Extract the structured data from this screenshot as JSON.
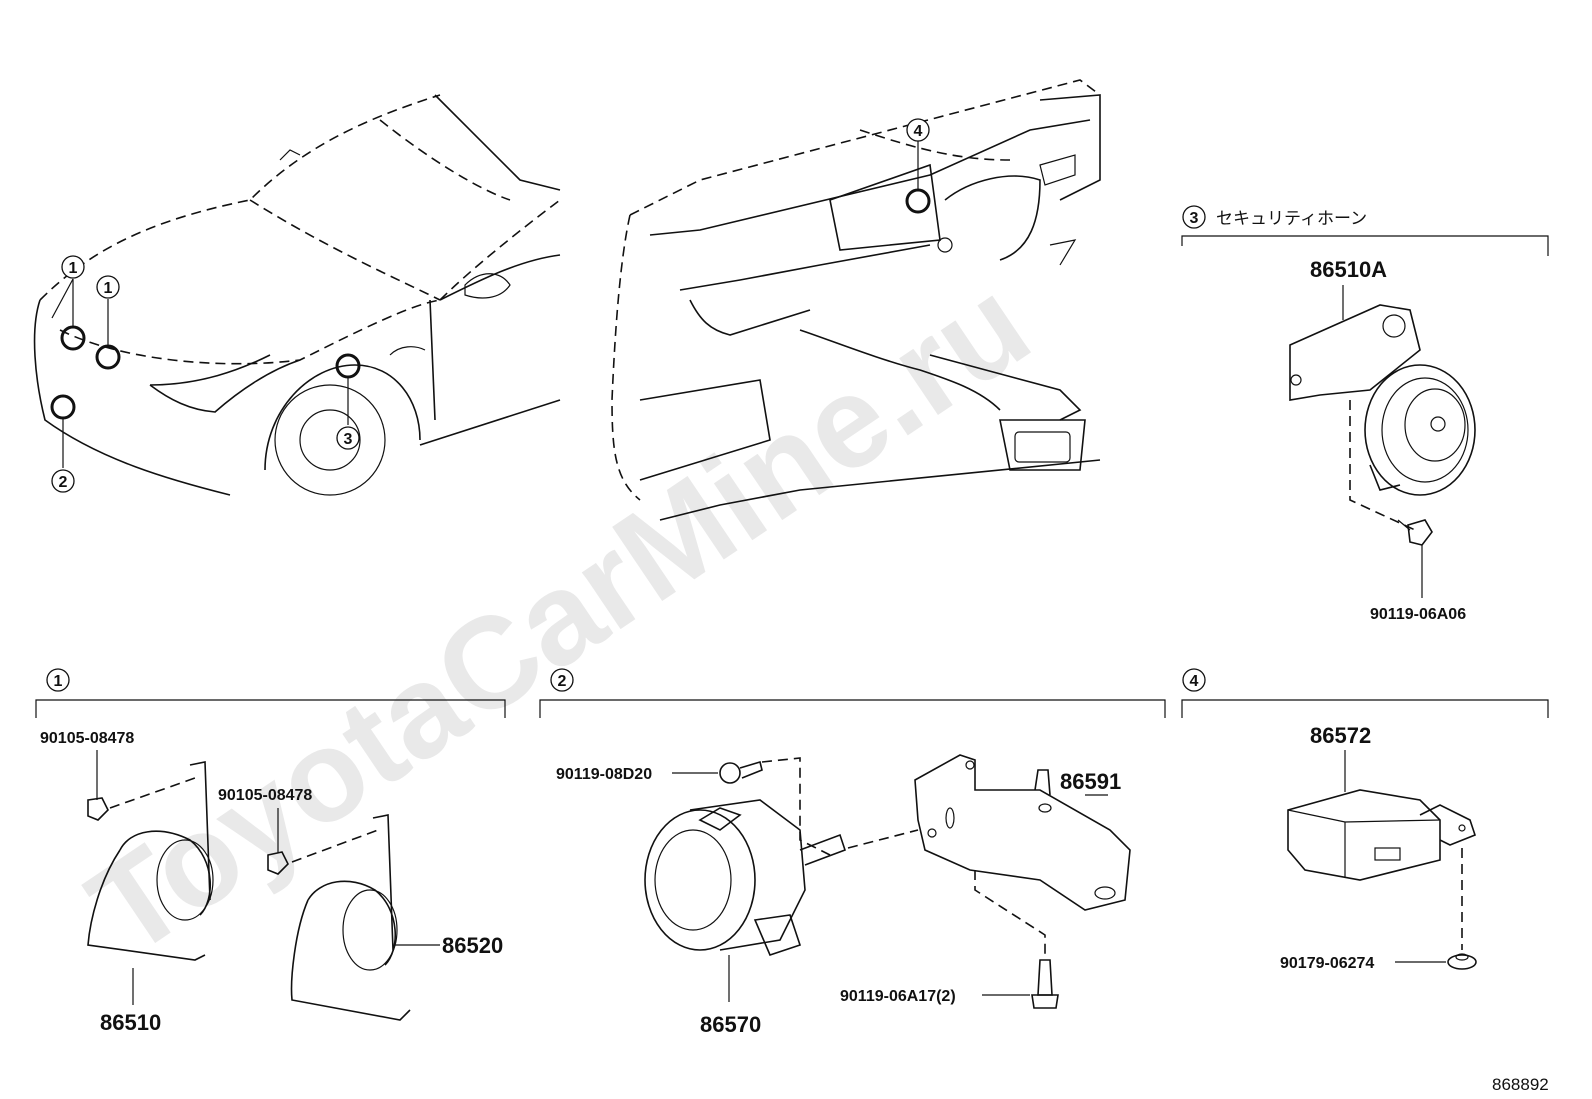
{
  "watermark": "ToyotaCarMine.ru",
  "diagram_id": "868892",
  "callout_numbers": {
    "c1": "1",
    "c2": "2",
    "c3": "3",
    "c4": "4"
  },
  "section3": {
    "number": "3",
    "title": "セキュリティホーン",
    "part_main": "86510A",
    "part_bolt": "90119-06A06"
  },
  "section1": {
    "number": "1",
    "bolt_a": "90105-08478",
    "bolt_b": "90105-08478",
    "horn_low": "86510",
    "horn_high": "86520"
  },
  "section2": {
    "number": "2",
    "screw": "90119-08D20",
    "bracket": "86591",
    "bolt": "90119-06A17(2)",
    "sensor": "86570"
  },
  "section4": {
    "number": "4",
    "module": "86572",
    "nut": "90179-06274"
  }
}
